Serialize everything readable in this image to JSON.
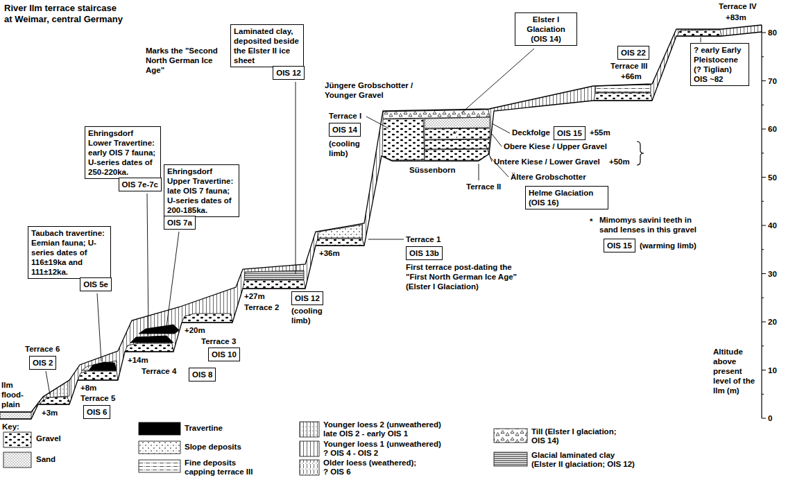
{
  "diagram": {
    "title": "River Ilm terrace staircase at Weimar, central Germany",
    "nodes": [
      {
        "text": [
          "Taubach travertine: Eemian fauna; U-series dates of 116±19ka and 111±12ka."
        ]
      },
      {
        "text": [
          "OIS 5e"
        ]
      },
      {
        "text": [
          "OIS 2"
        ]
      },
      {
        "text": [
          "OIS 6"
        ]
      },
      {
        "text": [
          "Ehringsdorf Lower Travertine: early OIS 7 fauna; U-series dates of 250-220ka."
        ]
      },
      {
        "text": [
          "OIS 7e-7c"
        ]
      },
      {
        "text": [
          "OIS 8"
        ]
      },
      {
        "text": [
          "Ehringsdorf Upper Travertine: late OIS 7 fauna; U-series dates of 200-185ka."
        ]
      },
      {
        "text": [
          "OIS 7a"
        ]
      },
      {
        "text": [
          "OIS 10"
        ]
      },
      {
        "text": [
          "Laminated clay, deposited beside the Elster II ice sheet"
        ]
      },
      {
        "text": [
          "OIS 12"
        ]
      },
      {
        "text": [
          "OIS 12"
        ]
      },
      {
        "text": [
          "OIS 13b"
        ]
      },
      {
        "text": [
          "OIS 14"
        ]
      },
      {
        "text": [
          "Elster I Glaciation (OIS 14)"
        ]
      },
      {
        "text": [
          "OIS 15"
        ]
      },
      {
        "text": [
          "Helme Glaciation (OIS 16)"
        ]
      },
      {
        "text": [
          "OIS 15"
        ]
      },
      {
        "text": [
          "OIS 22"
        ]
      },
      {
        "text": [
          "? early Early Pleistocene (? Tiglian) OIS ~82"
        ]
      }
    ],
    "labels": [
      "Marks the \"Second North German Ice Age\"",
      "Terrace 6",
      "Ilm flood-plain",
      "+3m",
      "+8m",
      "Terrace 5",
      "+14m",
      "Terrace 4",
      "+20m",
      "Terrace 3",
      "+27m",
      "Terrace 2",
      "(cooling limb)",
      "+36m",
      "Terrace 1",
      "First terrace post-dating the \"First North German Ice Age\" (Elster I Glaciation)",
      "Jüngere Grobschotter / Younger Gravel",
      "Terrace I",
      "(cooling limb)",
      "Süssenborn",
      "*",
      "Deckfolge",
      "+55m",
      "Obere Kiese / Upper Gravel",
      "Untere Kiese / Lower Gravel",
      "+50m",
      "Ältere Grobschotter",
      "Terrace II",
      "*",
      "Mimomys savini teeth in sand lenses in this gravel",
      "(warming limb)",
      "Terrace III",
      "+66m",
      "Terrace IV",
      "+83m",
      "Altitude above present level of the Ilm (m)",
      "80",
      "70",
      "60",
      "50",
      "40",
      "30",
      "20",
      "10",
      "0",
      "Key:"
    ],
    "legend": [
      {
        "text": "Gravel"
      },
      {
        "text": "Sand"
      },
      {
        "text": "Travertine",
        "color": "#000000"
      },
      {
        "text": "Slope deposits"
      },
      {
        "text": "Fine deposits capping terrace III"
      },
      {
        "text": "Younger loess 2 (unweathered) late OIS 2 - early OIS 1"
      },
      {
        "text": "Younger loess 1 (unweathered) ? OIS 4 - OIS 2"
      },
      {
        "text": "Older loess (weathered); ? OIS 6"
      },
      {
        "text": "Till (Elster I glaciation; OIS 14)"
      },
      {
        "text": "Glacial laminated clay (Elster II glaciation; OIS 12)"
      }
    ]
  }
}
